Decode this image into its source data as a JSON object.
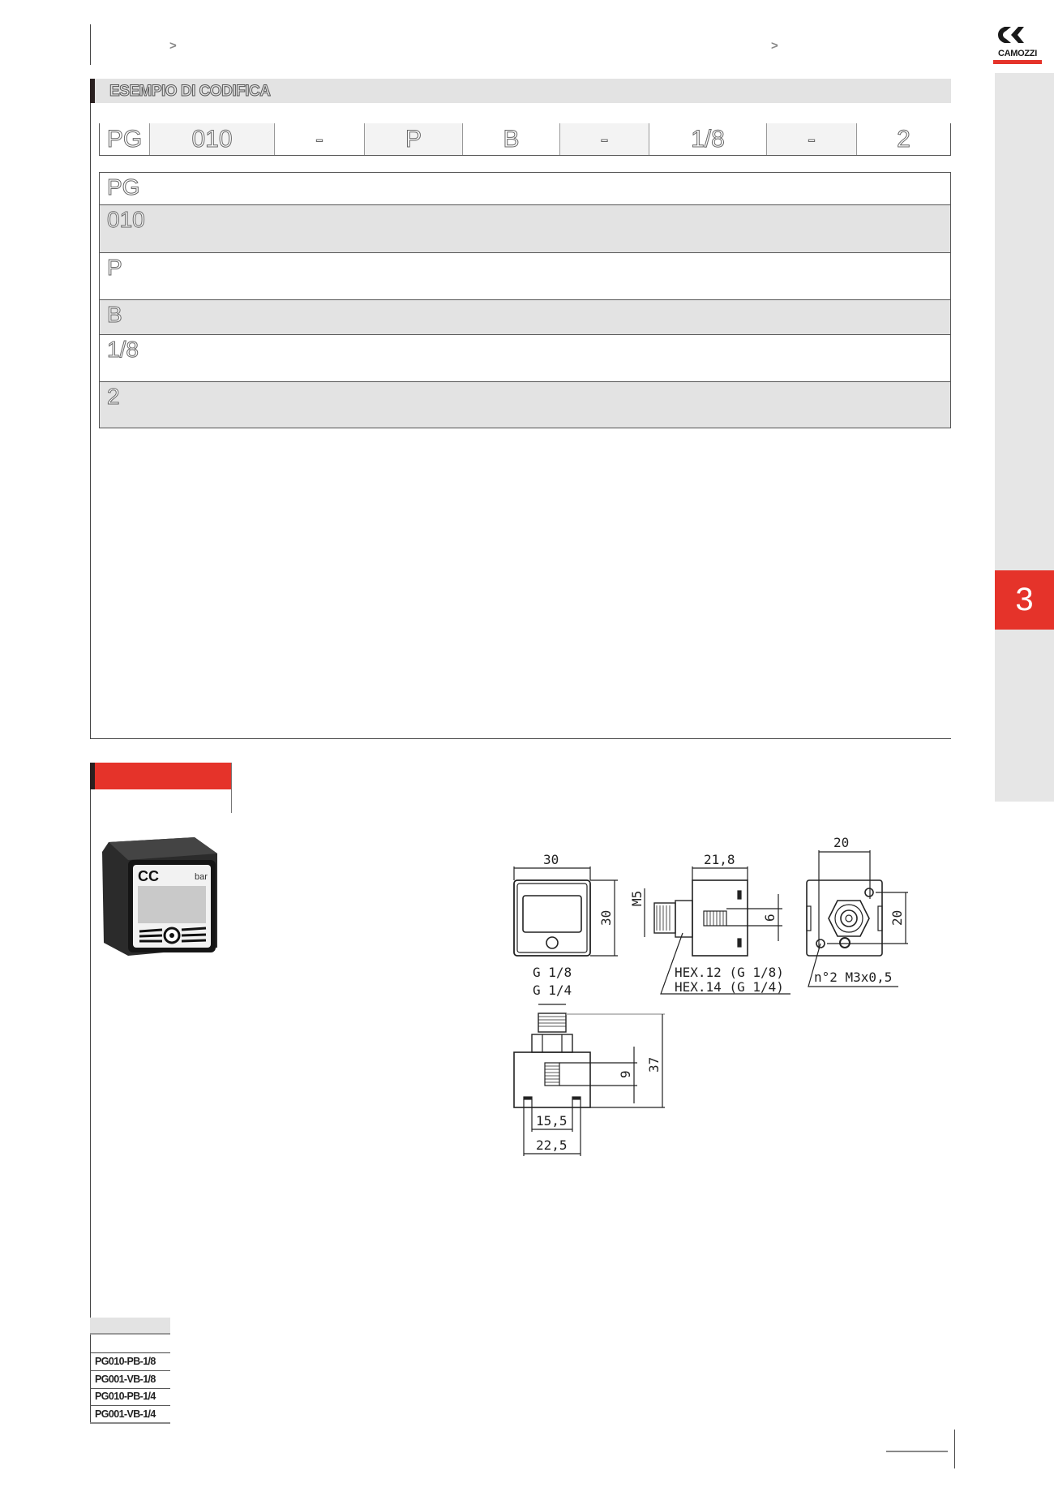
{
  "header": {
    "breadcrumb_separators": [
      ">",
      ">"
    ],
    "logo_text": "CAMOZZI",
    "logo_colors": {
      "mark": "#1a1a1a",
      "bar": "#e5332a"
    }
  },
  "sidebar": {
    "chapter": "3",
    "accent": "#e5332a"
  },
  "coding_example": {
    "title": "ESEMPIO DI CODIFICA",
    "code_parts": [
      "PG",
      "010",
      "-",
      "P",
      "B",
      "-",
      "1/8",
      "-",
      "2"
    ],
    "definitions": [
      "PG",
      "010",
      "P",
      "B",
      "1/8",
      "2"
    ]
  },
  "product": {
    "image_label": "bar"
  },
  "drawing": {
    "front_width": "30",
    "front_height": "30",
    "side_depth": "21,8",
    "m5": "M5",
    "slot_height": "6",
    "rear_width": "20",
    "rear_height": "20",
    "thread_1": "G 1/8",
    "thread_2": "G 1/4",
    "hex_1": "HEX.12 (G 1/8)",
    "hex_2": "HEX.14 (G 1/4)",
    "mount_holes": "n°2 M3x0,5",
    "total_height": "37",
    "bottom_slot": "9",
    "feet_inner": "15,5",
    "feet_outer": "22,5"
  },
  "models_table": {
    "rows": [
      "PG010-PB-1/8",
      "PG001-VB-1/8",
      "PG010-PB-1/4",
      "PG001-VB-1/4"
    ]
  }
}
